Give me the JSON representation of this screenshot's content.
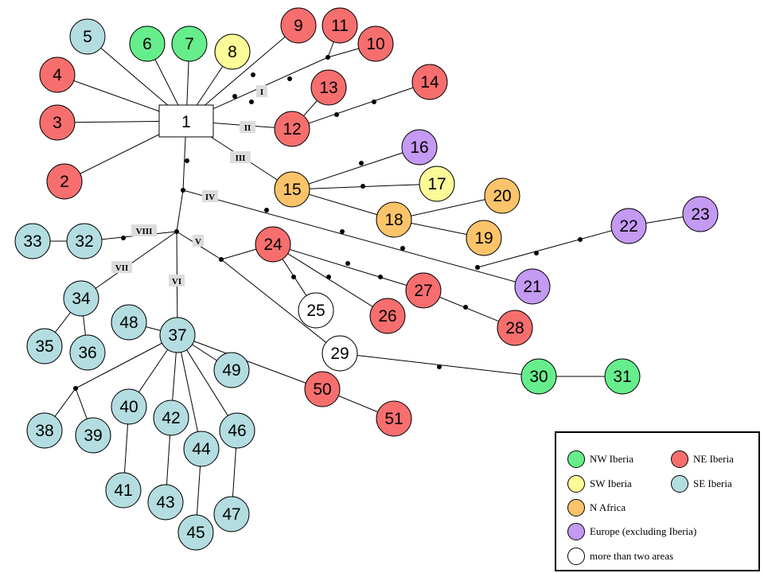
{
  "colors": {
    "nw_iberia": "#66ee8c",
    "ne_iberia": "#f76e6e",
    "sw_iberia": "#fbfb98",
    "se_iberia": "#b3dde0",
    "n_africa": "#fbc46a",
    "europe": "#c49af2",
    "multi": "#ffffff"
  },
  "network": {
    "hub": {
      "id": "1",
      "label": "1"
    },
    "haplotypes": [
      {
        "id": "2",
        "label": "2",
        "area": "ne_iberia"
      },
      {
        "id": "3",
        "label": "3",
        "area": "ne_iberia"
      },
      {
        "id": "4",
        "label": "4",
        "area": "ne_iberia"
      },
      {
        "id": "5",
        "label": "5",
        "area": "se_iberia"
      },
      {
        "id": "6",
        "label": "6",
        "area": "nw_iberia"
      },
      {
        "id": "7",
        "label": "7",
        "area": "nw_iberia"
      },
      {
        "id": "8",
        "label": "8",
        "area": "sw_iberia"
      },
      {
        "id": "9",
        "label": "9",
        "area": "ne_iberia"
      },
      {
        "id": "10",
        "label": "10",
        "area": "ne_iberia"
      },
      {
        "id": "11",
        "label": "11",
        "area": "ne_iberia"
      },
      {
        "id": "12",
        "label": "12",
        "area": "ne_iberia"
      },
      {
        "id": "13",
        "label": "13",
        "area": "ne_iberia"
      },
      {
        "id": "14",
        "label": "14",
        "area": "ne_iberia"
      },
      {
        "id": "15",
        "label": "15",
        "area": "n_africa"
      },
      {
        "id": "16",
        "label": "16",
        "area": "europe"
      },
      {
        "id": "17",
        "label": "17",
        "area": "sw_iberia"
      },
      {
        "id": "18",
        "label": "18",
        "area": "n_africa"
      },
      {
        "id": "19",
        "label": "19",
        "area": "n_africa"
      },
      {
        "id": "20",
        "label": "20",
        "area": "n_africa"
      },
      {
        "id": "21",
        "label": "21",
        "area": "europe"
      },
      {
        "id": "22",
        "label": "22",
        "area": "europe"
      },
      {
        "id": "23",
        "label": "23",
        "area": "europe"
      },
      {
        "id": "24",
        "label": "24",
        "area": "ne_iberia"
      },
      {
        "id": "25",
        "label": "25",
        "area": "multi"
      },
      {
        "id": "26",
        "label": "26",
        "area": "ne_iberia"
      },
      {
        "id": "27",
        "label": "27",
        "area": "ne_iberia"
      },
      {
        "id": "28",
        "label": "28",
        "area": "ne_iberia"
      },
      {
        "id": "29",
        "label": "29",
        "area": "multi"
      },
      {
        "id": "30",
        "label": "30",
        "area": "nw_iberia"
      },
      {
        "id": "31",
        "label": "31",
        "area": "nw_iberia"
      },
      {
        "id": "32",
        "label": "32",
        "area": "se_iberia"
      },
      {
        "id": "33",
        "label": "33",
        "area": "se_iberia"
      },
      {
        "id": "34",
        "label": "34",
        "area": "se_iberia"
      },
      {
        "id": "35",
        "label": "35",
        "area": "se_iberia"
      },
      {
        "id": "36",
        "label": "36",
        "area": "se_iberia"
      },
      {
        "id": "37",
        "label": "37",
        "area": "se_iberia"
      },
      {
        "id": "38",
        "label": "38",
        "area": "se_iberia"
      },
      {
        "id": "39",
        "label": "39",
        "area": "se_iberia"
      },
      {
        "id": "40",
        "label": "40",
        "area": "se_iberia"
      },
      {
        "id": "41",
        "label": "41",
        "area": "se_iberia"
      },
      {
        "id": "42",
        "label": "42",
        "area": "se_iberia"
      },
      {
        "id": "43",
        "label": "43",
        "area": "se_iberia"
      },
      {
        "id": "44",
        "label": "44",
        "area": "se_iberia"
      },
      {
        "id": "45",
        "label": "45",
        "area": "se_iberia"
      },
      {
        "id": "46",
        "label": "46",
        "area": "se_iberia"
      },
      {
        "id": "47",
        "label": "47",
        "area": "se_iberia"
      },
      {
        "id": "48",
        "label": "48",
        "area": "se_iberia"
      },
      {
        "id": "49",
        "label": "49",
        "area": "se_iberia"
      },
      {
        "id": "50",
        "label": "50",
        "area": "ne_iberia"
      },
      {
        "id": "51",
        "label": "51",
        "area": "ne_iberia"
      }
    ],
    "branch_labels": [
      "I",
      "II",
      "III",
      "IV",
      "V",
      "VI",
      "VII",
      "VIII"
    ]
  },
  "legend": {
    "items": [
      {
        "area": "nw_iberia",
        "label": "NW Iberia"
      },
      {
        "area": "ne_iberia",
        "label": "NE Iberia"
      },
      {
        "area": "sw_iberia",
        "label": "SW Iberia"
      },
      {
        "area": "se_iberia",
        "label": "SE Iberia"
      },
      {
        "area": "n_africa",
        "label": "N Africa"
      },
      {
        "area": "europe",
        "label": "Europe (excluding Iberia)"
      },
      {
        "area": "multi",
        "label": "more than two areas"
      }
    ]
  }
}
